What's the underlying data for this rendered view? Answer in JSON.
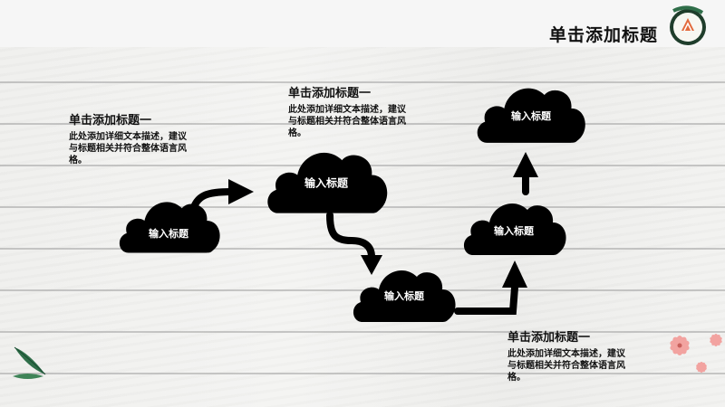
{
  "header": {
    "title": "单击添加标题"
  },
  "notes": [
    {
      "title": "单击添加标题一",
      "body": [
        "此处添加详细文本描述，建议",
        "与标题相关并符合整体语言风",
        "格。"
      ]
    },
    {
      "title": "单击添加标题一",
      "body": [
        "此处添加详细文本描述，建议",
        "与标题相关并符合整体语言风",
        "格。"
      ]
    },
    {
      "title": "单击添加标题一",
      "body": [
        "此处添加详细文本描述，建议",
        "与标题相关并符合整体语言风",
        "格。"
      ]
    }
  ],
  "clouds": [
    {
      "label": "输入标题"
    },
    {
      "label": "输入标题"
    },
    {
      "label": "输入标题"
    },
    {
      "label": "输入标题"
    },
    {
      "label": "输入标题"
    }
  ],
  "colors": {
    "cloud": "#000000",
    "arrow": "#000000",
    "sushi_green": "#1f5a3a",
    "salmon": "#e26a3c",
    "petal": "#f2a3a0"
  }
}
